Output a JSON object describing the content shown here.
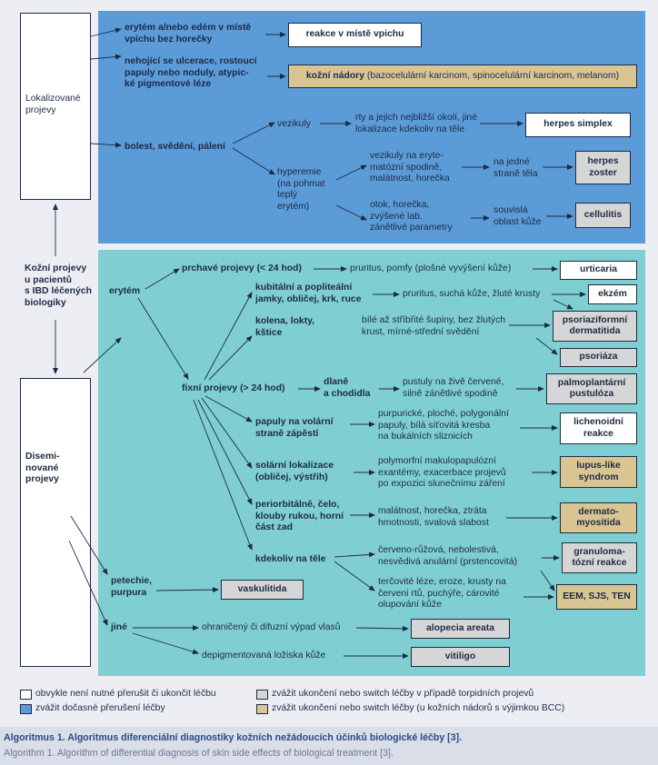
{
  "side_labels": {
    "localized": "Lokalizované\nprojevy",
    "center": "Kožní projevy\nu pacientů\ns IBD léčených\nbiologiky",
    "disseminated": "Disemi-\nnované\nprojevy"
  },
  "localized": {
    "row1": "erytém a/nebo edém v místě\nvpichu bez horečky",
    "row2": "nehojící se ulcerace, rostoucí\npapuly nebo noduly, atypic-\nké pigmentové léze",
    "pain": "bolest, svědění, pálení",
    "vesicles": "vezikuly",
    "vesicles_desc": "rty a jejich nejbližší okolí, jiné\nlokalizace kdekoliv na těle",
    "hyperemia": "hyperemie\n(na pohmat\nteplý\nerytém)",
    "hyp_desc1": "vezikuly na eryte-\nmatózní spodině,\nmalátnost, horečka",
    "one_side": "na jedné\nstraně těla",
    "hyp_desc2": "otok, horečka,\nzvýšené lab.\nzánětlivé parametry",
    "continuous": "souvislá\noblast kůže"
  },
  "disseminated": {
    "erythema": "erytém",
    "transient": "prchavé projevy (< 24 hod)",
    "transient_desc": "pruritus, pomfy (plošné vyvýšení kůže)",
    "flexural": "kubitální a popliteální\njamky, obličej, krk, ruce",
    "flexural_desc": "pruritus, suchá kůže, žluté krusty",
    "knees": "kolena, lokty,\nkštice",
    "knees_desc": "bílé až stříbřité šupiny, bez žlutých\nkrust, mírné-střední svědění",
    "fixed": "fixní projevy (> 24 hod)",
    "palms": "dlaně\na chodidla",
    "palms_desc": "pustuly na živě červené,\nsilně zánětlivé spodině",
    "volar": "papuly na volární\nstraně zápěstí",
    "volar_desc": "purpurické, ploché, polygonální\npapuly, bílá síťovitá kresba\nna bukálních sliznicích",
    "solar": "solární lokalizace\n(obličej, výstřih)",
    "solar_desc": "polymorfní makulopapulózní\nexantémy, exacerbace projevů\npo expozici slunečnímu záření",
    "periorbital": "periorbitálně, čelo,\nklouby rukou, horní\nčást zad",
    "periorbital_desc": "malátnost, horečka, ztráta\nhmotnosti, svalová slabost",
    "anywhere": "kdekoliv na těle",
    "anywhere_desc1": "červeno-růžová, nebolestivá,\nnesvědivá anulární (prstencovitá)",
    "anywhere_desc2": "terčovité léze, eroze, krusty na\nčerveni rtů, puchýře, cárovité\nolupování kůže",
    "petechiae": "petechie,\npurpura",
    "other": "jiné",
    "hair": "ohraničený či difuzní výpad vlasů",
    "depig": "depigmentovaná ložiska kůže"
  },
  "outcome_boxes": {
    "injection_reaction": "reakce v místě vpichu",
    "skin_tumors_bold": "kožní nádory",
    "skin_tumors_rest": " (bazocelulární karcinom, spinocelulární karcinom, melanom)",
    "herpes_simplex": "herpes simplex",
    "herpes_zoster": "herpes\nzoster",
    "cellulitis": "cellulitis",
    "urticaria": "urticaria",
    "eczema": "ekzém",
    "psoriasiform": "psoriaziformní\ndermatitida",
    "psoriasis": "psoriáza",
    "ppp": "palmoplantární\npustulóza",
    "lichenoid": "lichenoidní\nreakce",
    "lupus": "lupus-like\nsyndrom",
    "dermatomyositis": "dermato-\nmyositida",
    "granuloma": "granuloma-\ntózní reakce",
    "eem": "EEM, SJS, TEN",
    "vasculitis": "vaskulitida",
    "alopecia": "alopecia areata",
    "vitiligo": "vitiligo"
  },
  "legend": {
    "white": "obvykle není nutné přerušit či ukončit léčbu",
    "blue": "zvážit dočasné přerušení léčby",
    "gray": "zvážit ukončení nebo switch léčby v případě torpidních projevů",
    "tan": "zvážit ukončení nebo switch léčby (u kožních nádorů s výjimkou BCC)"
  },
  "caption": {
    "title": "Algoritmus 1. Algoritmus diferenciální diagnostiky kožních nežádoucích účinků biologické léčby [3].",
    "subtitle": "Algorithm 1. Algorithm of differential diagnosis of skin side effects of biological treatment [3]."
  },
  "colors": {
    "blue_region": "#5b9bd8",
    "teal_region": "#7fcfd2",
    "gray_box": "#d6d6d6",
    "tan_box": "#d9c592",
    "caption_title": "#2b4a86",
    "caption_sub": "#6b7a90",
    "ink": "#1e2a44"
  }
}
